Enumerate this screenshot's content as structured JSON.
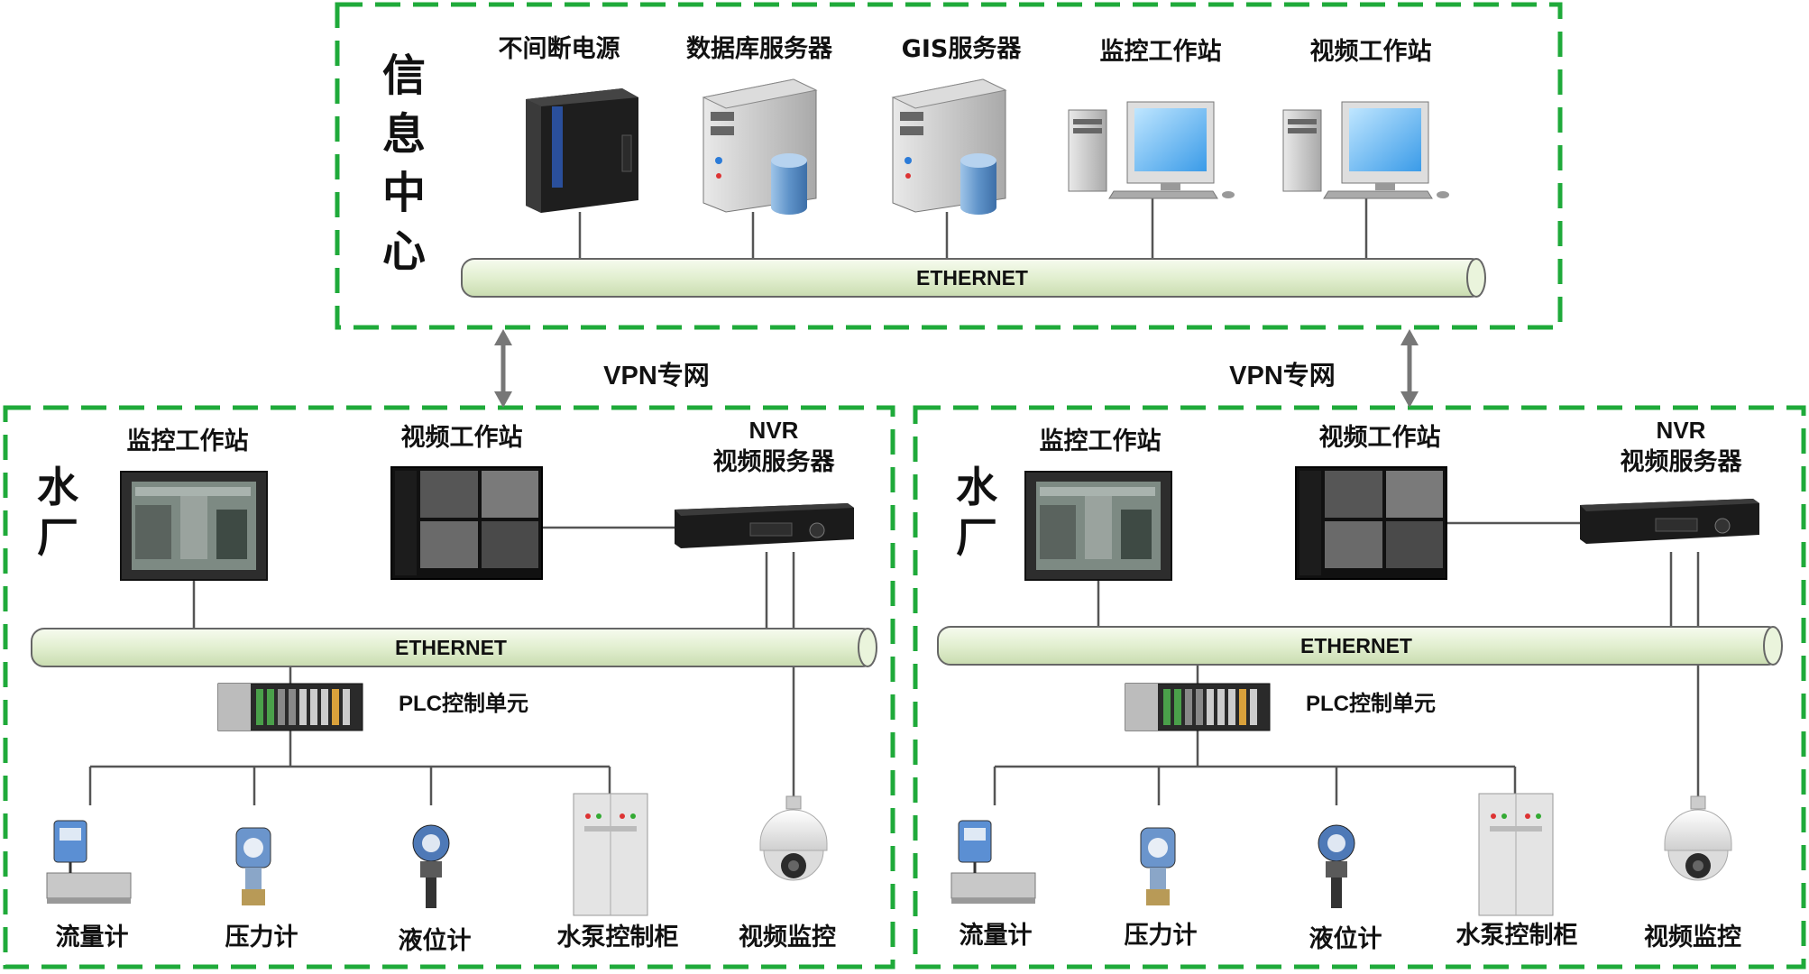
{
  "info_center": {
    "title_chars": [
      "信",
      "息",
      "中",
      "心"
    ],
    "devices": [
      "不间断电源",
      "数据库服务器",
      "GIS服务器",
      "监控工作站",
      "视频工作站"
    ],
    "bus_label": "ETHERNET"
  },
  "vpn": {
    "left": "VPN专网",
    "right": "VPN专网"
  },
  "plants": [
    {
      "title_chars": [
        "水",
        "厂"
      ],
      "monitor_station": "监控工作站",
      "video_station": "视频工作站",
      "nvr_line1": "NVR",
      "nvr_line2": "视频服务器",
      "bus_label": "ETHERNET",
      "plc": "PLC控制单元",
      "field": [
        "流量计",
        "压力计",
        "液位计",
        "水泵控制柜",
        "视频监控"
      ]
    },
    {
      "title_chars": [
        "水",
        "厂"
      ],
      "monitor_station": "监控工作站",
      "video_station": "视频工作站",
      "nvr_line1": "NVR",
      "nvr_line2": "视频服务器",
      "bus_label": "ETHERNET",
      "plc": "PLC控制单元",
      "field": [
        "流量计",
        "压力计",
        "液位计",
        "水泵控制柜",
        "视频监控"
      ]
    }
  ],
  "colors": {
    "dash_border": "#1faa3a",
    "bus_fill": "#e4f0d4",
    "bus_stroke": "#666666",
    "line": "#555555"
  }
}
